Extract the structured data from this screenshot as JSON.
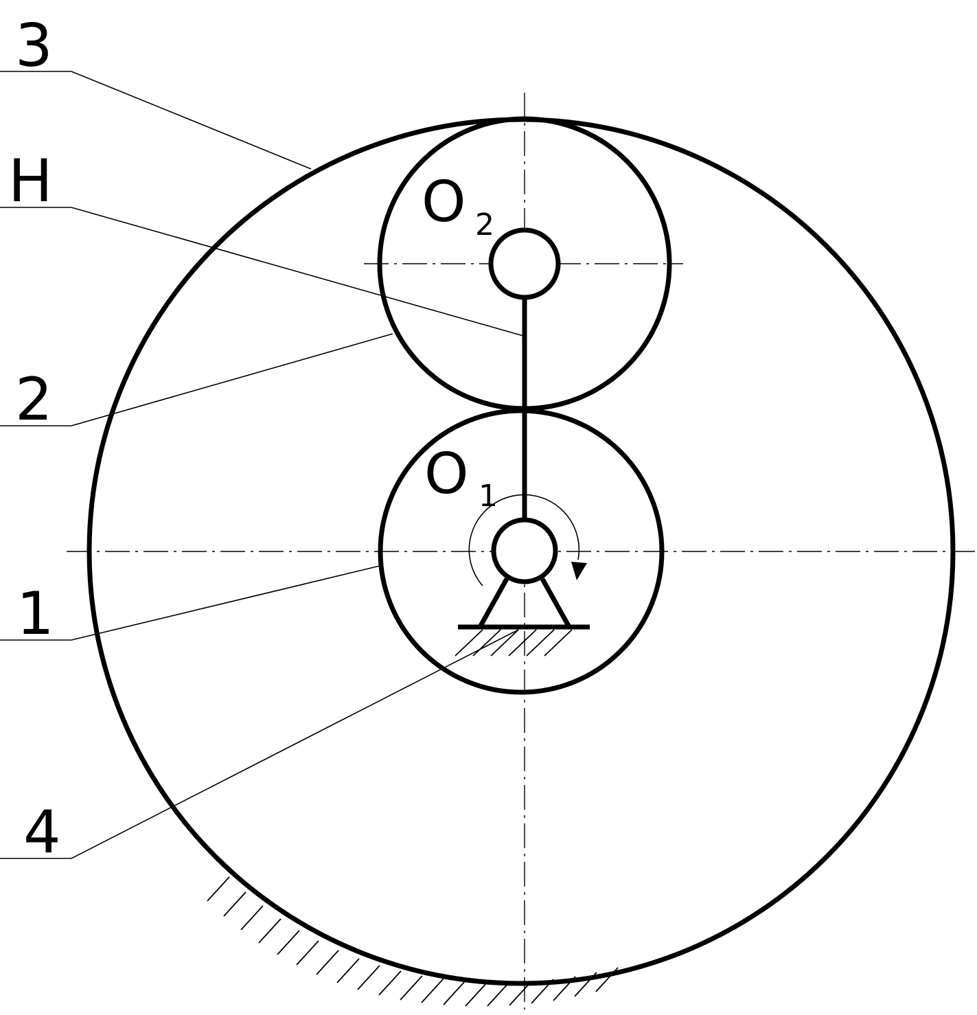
{
  "labels": {
    "ring_gear": "3",
    "carrier": "H",
    "planet_gear": "2",
    "sun_gear": "1",
    "frame": "4"
  },
  "points": {
    "o2_letter": "O",
    "o2_sub": "2",
    "o1_letter": "O",
    "o1_sub": "1"
  },
  "colors": {
    "ink": "#000000",
    "paper": "#ffffff"
  }
}
